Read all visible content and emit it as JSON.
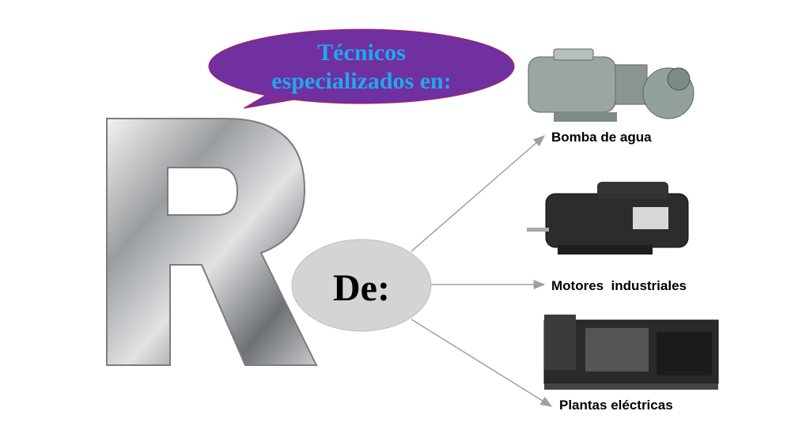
{
  "bubble": {
    "line1": "Técnicos",
    "line2": "especializados en:",
    "fill": "#7030a0",
    "text_color": "#1fa8ee"
  },
  "logo_letter": "R",
  "center": {
    "label": "De:",
    "fill": "#d4d4d4"
  },
  "items": [
    {
      "label": "Bomba de agua",
      "icon": "water-pump-icon"
    },
    {
      "label": "Motores  industriales",
      "icon": "electric-motor-icon"
    },
    {
      "label": "Plantas eléctricas",
      "icon": "generator-icon"
    }
  ]
}
